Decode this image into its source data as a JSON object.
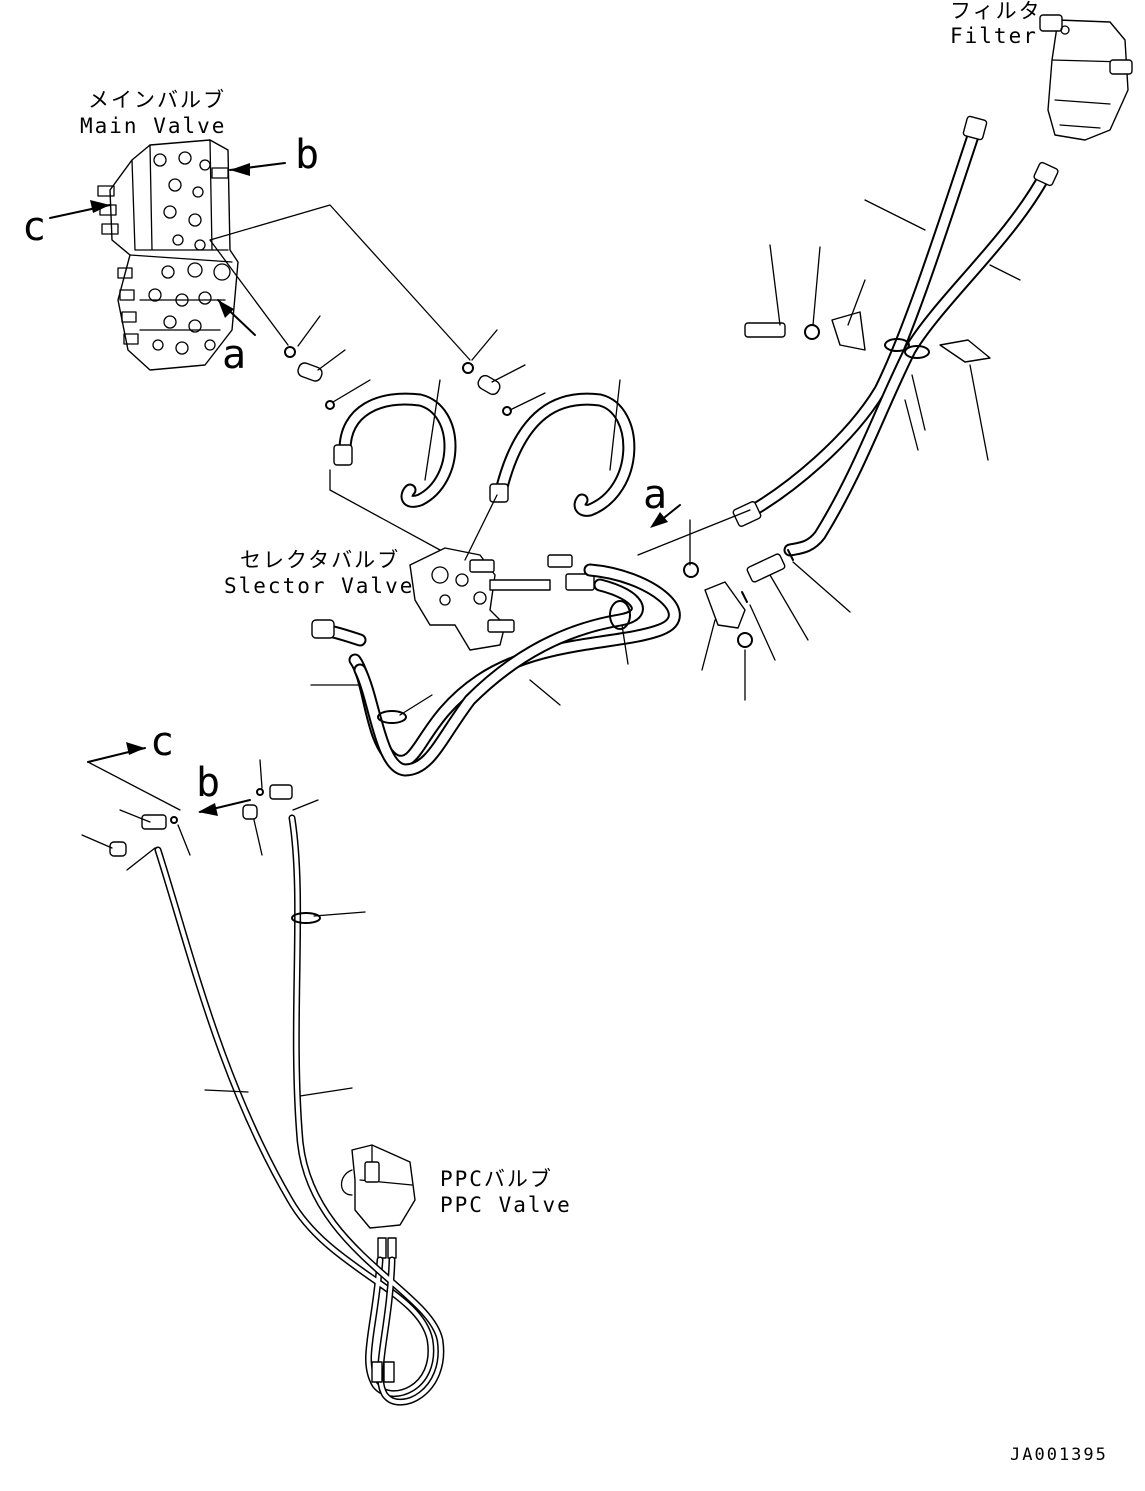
{
  "labels": {
    "main_valve_ja": "メインバルブ",
    "main_valve_en": "Main Valve",
    "filter_ja": "フィルタ",
    "filter_en": "Filter",
    "selector_valve_ja": "セレクタバルブ",
    "selector_valve_en": "Slector Valve",
    "ppc_valve_ja": "PPCバルブ",
    "ppc_valve_en": "PPC Valve",
    "drawing_code": "JA001395"
  },
  "view_markers": {
    "a": "a",
    "b": "b",
    "c": "c"
  }
}
